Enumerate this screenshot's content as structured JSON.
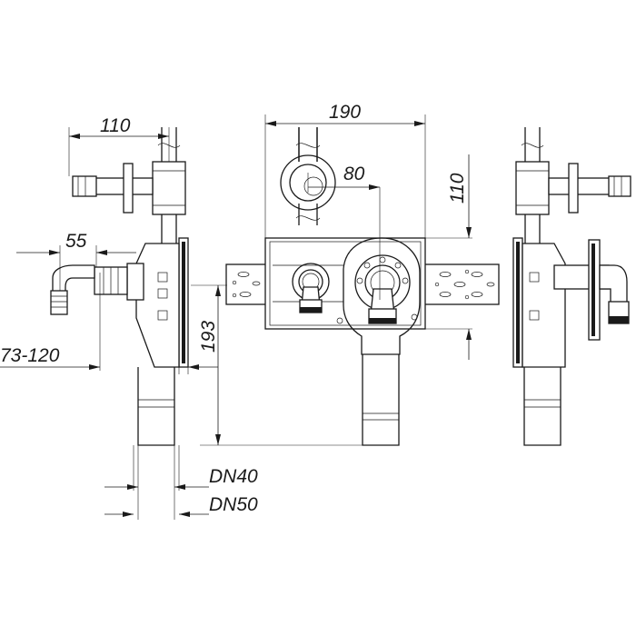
{
  "dimensions": {
    "width_top": "190",
    "offset_center": "80",
    "height_right": "110",
    "depth_left": "110",
    "hose_depth": "55",
    "wall_range": "73-120",
    "height_left": "193",
    "pipe_dn40": "DN40",
    "pipe_dn50": "DN50"
  }
}
